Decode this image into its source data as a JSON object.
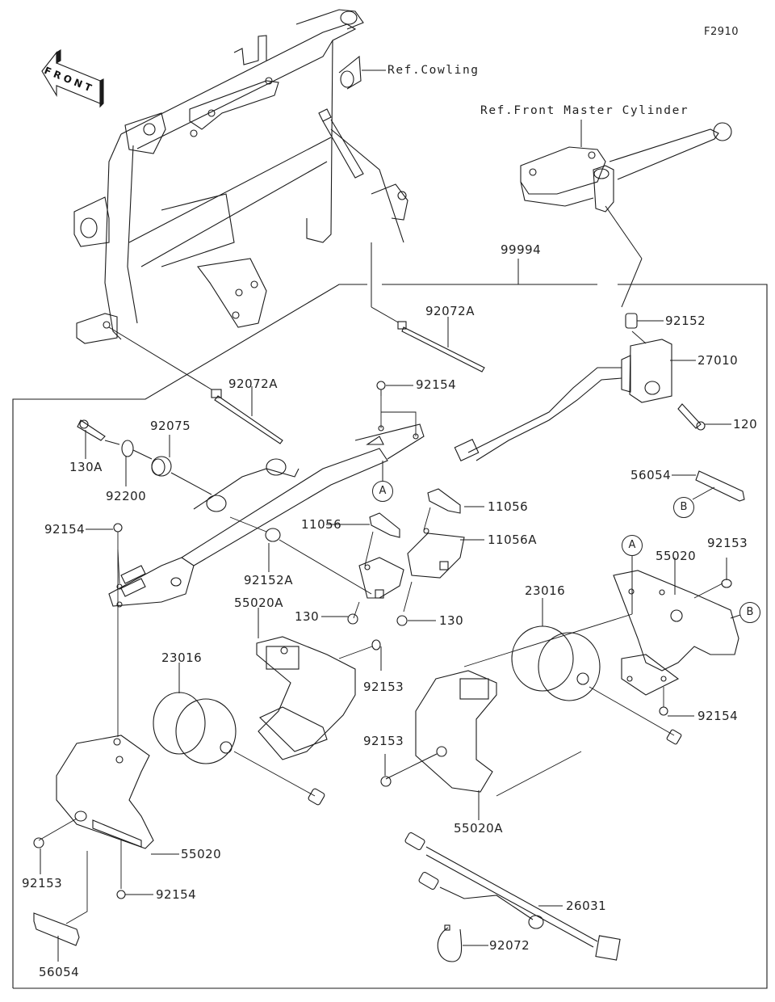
{
  "figure_id": "F2910",
  "front_indicator": "FRONT",
  "references": {
    "cowling": "Ref.Cowling",
    "front_master_cylinder": "Ref.Front Master Cylinder"
  },
  "callouts": {
    "kit": "99994",
    "tie_a_upper": "92072A",
    "tie_a_left": "92072A",
    "bolt_92154_top": "92154",
    "bolt_92154_left": "92154",
    "bolt_92154_right": "92154",
    "bolt_92154_bottom": "92154",
    "bolt_130a": "130A",
    "grommet_92075": "92075",
    "washer_92200": "92200",
    "collar_92152a": "92152A",
    "collar_92152": "92152",
    "switch_27010": "27010",
    "bolt_120": "120",
    "clamp_11056_left": "11056",
    "clamp_11056_right": "11056",
    "bracket_11056a": "11056A",
    "bolt_130_left": "130",
    "bolt_130_right": "130",
    "reflector_56054_right": "56054",
    "reflector_56054_bottom": "56054",
    "cover_55020_right": "55020",
    "cover_55020_left": "55020",
    "cover_55020a_left": "55020A",
    "cover_55020a_right": "55020A",
    "lamp_23016_left": "23016",
    "lamp_23016_right": "23016",
    "screw_92153_right_top": "92153",
    "screw_92153_mid_left": "92153",
    "screw_92153_mid_right": "92153",
    "screw_92153_bottom": "92153",
    "harness_26031": "26031",
    "band_92072": "92072"
  },
  "markers": {
    "a1": "A",
    "a2": "A",
    "b1": "B",
    "b2": "B"
  },
  "icons": {
    "front_arrow": "front-arrow-icon"
  }
}
